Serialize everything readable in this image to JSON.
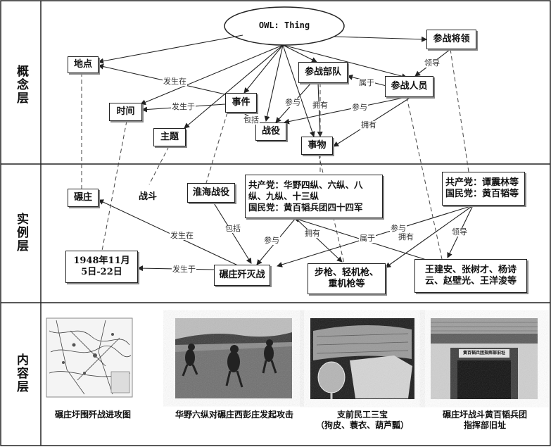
{
  "layers": {
    "concept": "概念层",
    "instance": "实例层",
    "content": "内容层"
  },
  "concept_nodes": {
    "owl_thing": "OWL: Thing",
    "didian": "地点",
    "shijian_time": "时间",
    "zhuti": "主题",
    "shijian_event": "事件",
    "zhanyi": "战役",
    "canzhanbudui": "参战部队",
    "shiwu": "事物",
    "canzhanrenyuan": "参战人员",
    "canzhanjiangling": "参战将领"
  },
  "instance_nodes": {
    "nianzhuang": "碾庄",
    "zhandou": "战斗",
    "huaihai": "淮海战役",
    "troops": "共产党：华野四纵、六纵、八\n纵、九纵、十三纵\n国民党：黄百韬兵团四十四军",
    "generals": "共产党：谭震林等\n国民党：黄百韬等",
    "date": "1948年11月\n5日-22日",
    "battle": "碾庄歼灭战",
    "weapons": "步枪、轻机枪、\n重机枪等",
    "people": "王建安、张树才、杨诗\n云、赵壁光、王洋浚等"
  },
  "edge_labels": {
    "happened_at": "发生在",
    "happened_on": "发生于",
    "includes": "包括",
    "participates": "参与",
    "has": "拥有",
    "belongs_to": "属于",
    "leads": "领导"
  },
  "content_items": [
    {
      "caption": "碾庄圩围歼战进攻图"
    },
    {
      "caption": "华野六纵对碾庄西彭庄发起攻击"
    },
    {
      "caption": "支前民工三宝\n（狗皮、蓑衣、葫芦瓢）"
    },
    {
      "caption": "碾庄圩战斗黄百韬兵团\n指挥部旧址"
    }
  ],
  "signboard_text": "黄百韬兵团指挥部旧址"
}
